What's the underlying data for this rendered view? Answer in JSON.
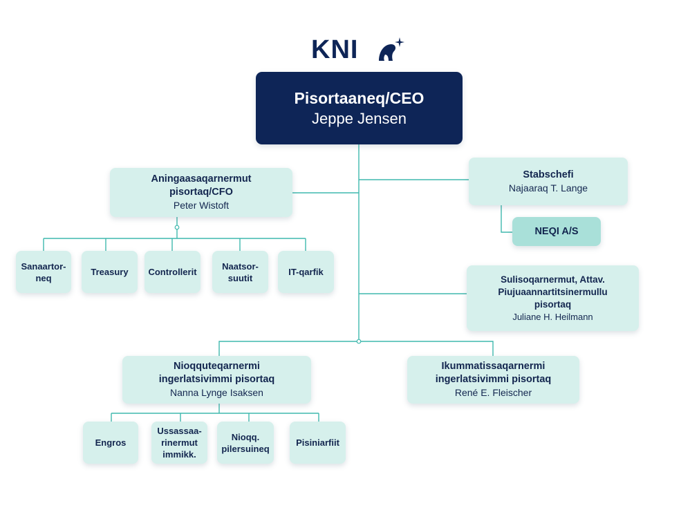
{
  "logo": {
    "text": "KNI",
    "icon": "polar-bear-star-icon"
  },
  "colors": {
    "navy": "#0e2557",
    "box": "#d6f0ec",
    "accent": "#a9e0d9",
    "line": "#3fb8ad"
  },
  "ceo": {
    "title": "Pisortaaneq/CEO",
    "name": "Jeppe Jensen"
  },
  "cfo": {
    "title": "Aningaasaqarnermut\npisortaq/CFO",
    "name": "Peter Wistoft"
  },
  "cfo_units": [
    "Sanaartor-\nneq",
    "Treasury",
    "Controllerit",
    "Naatsor-\nsuutit",
    "IT-qarfik"
  ],
  "stab": {
    "title": "Stabschefi",
    "name": "Najaaraq T. Lange"
  },
  "neqi": {
    "title": "NEQI A/S"
  },
  "sulisoq": {
    "title": "Sulisoqarnermut, Attav.\nPiujuaannartitsinermullu\npisortaq",
    "name": "Juliane H. Heilmann"
  },
  "nioqqut": {
    "title": "Nioqquteqarnermi\ningerlatsivimmi pisortaq",
    "name": "Nanna Lynge Isaksen"
  },
  "nioqqut_units": [
    "Engros",
    "Ussassaa-\nrinermut\nimmikk.",
    "Nioqq.\npilersuineq",
    "Pisiniarfiit"
  ],
  "ikummat": {
    "title": "Ikummatissaqarnermi\ningerlatsivimmi pisortaq",
    "name": "René E. Fleischer"
  }
}
